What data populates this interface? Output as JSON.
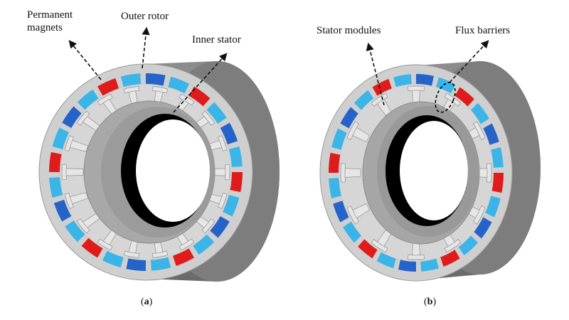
{
  "figure": {
    "panel_a": {
      "labels": {
        "permanent_magnets_line1": "Permanent",
        "permanent_magnets_line2": "magnets",
        "outer_rotor": "Outer rotor",
        "inner_stator": "Inner stator"
      },
      "caption": {
        "open": "(",
        "letter": "a",
        "close": ")"
      }
    },
    "panel_b": {
      "labels": {
        "stator_modules": "Stator modules",
        "flux_barriers": "Flux barriers"
      },
      "caption": {
        "open": "(",
        "letter": "b",
        "close": ")"
      }
    },
    "colors": {
      "magnet_red": "#e01b1b",
      "magnet_blue": "#2563c8",
      "magnet_light_blue": "#3bb4e8",
      "rotor_ring": "#c9c9c9",
      "housing_side": "#8a8a8a",
      "stator_core": "#b3b3b3",
      "bore": "#000000"
    }
  }
}
